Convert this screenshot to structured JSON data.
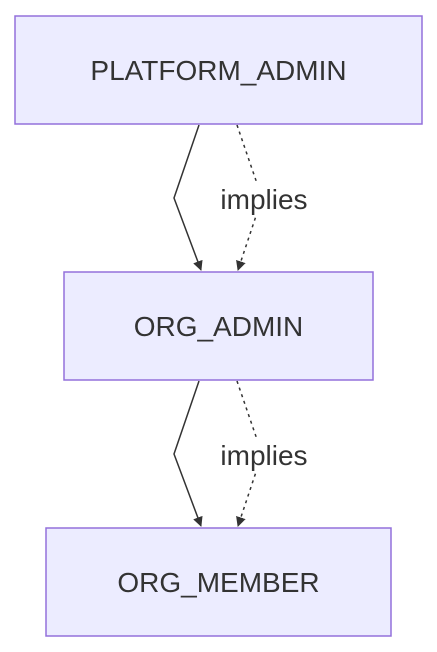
{
  "diagram": {
    "nodes": [
      {
        "id": "platform_admin",
        "label": "PLATFORM_ADMIN"
      },
      {
        "id": "org_admin",
        "label": "ORG_ADMIN"
      },
      {
        "id": "org_member",
        "label": "ORG_MEMBER"
      }
    ],
    "edges": [
      {
        "from": "platform_admin",
        "to": "org_admin",
        "style": "solid",
        "label": ""
      },
      {
        "from": "platform_admin",
        "to": "org_admin",
        "style": "dashed",
        "label": "implies"
      },
      {
        "from": "org_admin",
        "to": "org_member",
        "style": "solid",
        "label": ""
      },
      {
        "from": "org_admin",
        "to": "org_member",
        "style": "dashed",
        "label": "implies"
      }
    ],
    "colors": {
      "node_fill": "#ECECFF",
      "node_stroke": "#9370DB",
      "edge": "#333333",
      "text": "#333333"
    }
  }
}
